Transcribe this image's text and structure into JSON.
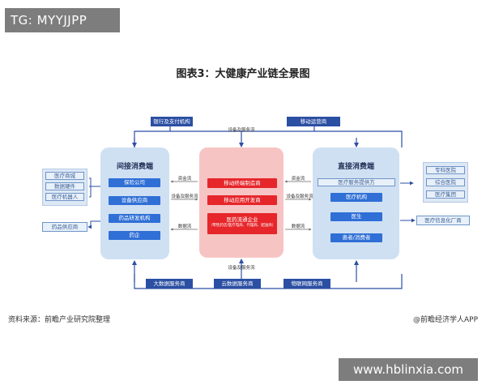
{
  "watermark_top": "TG: MYYJJPP",
  "watermark_bottom": "www.hblinxia.com",
  "title": "图表3：大健康产业链全景图",
  "top_boxes": {
    "bank": "银行及支付机构",
    "mobile": "移动运营商"
  },
  "top_flow_label": "设备及服务流",
  "bottom_flow_label": "设备及服务流",
  "bottom_boxes": {
    "bigdata": "大数据服务商",
    "cloud": "云数据服务商",
    "iot": "物联网服务商"
  },
  "left_panel": {
    "title": "间接消费端",
    "items": [
      "保险公司",
      "设备供应商",
      "药品研发机构",
      "药企"
    ]
  },
  "middle_panel": {
    "items": [
      "移动终端制造商",
      "移动应用开发商",
      "医药流通企业"
    ],
    "note": "（零售药店/医疗电商、代理商、配送商）"
  },
  "right_panel": {
    "title": "直接消费端",
    "subtitle": "医疗服务提供方",
    "items": [
      "医疗机构",
      "医生",
      "患者/消费者"
    ]
  },
  "left_outer": {
    "group": [
      "医疗商城",
      "数据硬件",
      "医疗机器人"
    ],
    "single": "药品供应商"
  },
  "right_outer": {
    "group": [
      "专科医院",
      "综合医院",
      "医疗集团"
    ],
    "single": "医疗信息化厂商"
  },
  "flow_labels": {
    "cash_left": "资金流",
    "equip_left": "设备及服务流",
    "data_left": "数据流",
    "cash_right": "资金流",
    "equip_right": "设备及服务流",
    "data_right": "数据流"
  },
  "footer": {
    "source": "资料来源：前瞻产业研究院整理",
    "brand": "@前瞻经济学人APP"
  }
}
